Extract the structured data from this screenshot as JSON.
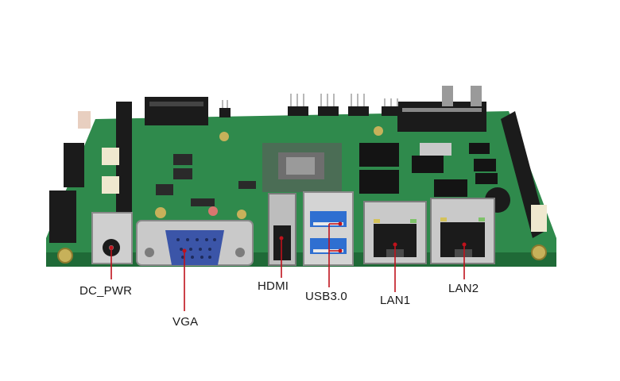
{
  "labels": {
    "dc_pwr": "DC_PWR",
    "vga": "VGA",
    "hdmi": "HDMI",
    "usb": "USB3.0",
    "lan1": "LAN1",
    "lan2": "LAN2"
  },
  "colors": {
    "pcb": "#2f8a4c",
    "pcb_dark": "#1f6a37",
    "leader_line": "#c0121c",
    "vga_port": "#3b55a8",
    "usb_port": "#2f6fd1",
    "metal": "#c9c9c9",
    "connector_black": "#1b1b1b"
  }
}
